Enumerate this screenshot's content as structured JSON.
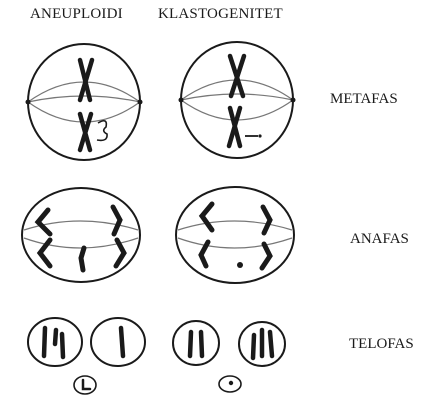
{
  "columns": {
    "aneuploidi": "ANEUPLOIDI",
    "klastogenitet": "KLASTOGENITET"
  },
  "rows": {
    "metafas": "METAFAS",
    "anafas": "ANAFAS",
    "telofas": "TELOFAS"
  },
  "colors": {
    "ink": "#1a1a1a",
    "spindle": "#777777"
  }
}
